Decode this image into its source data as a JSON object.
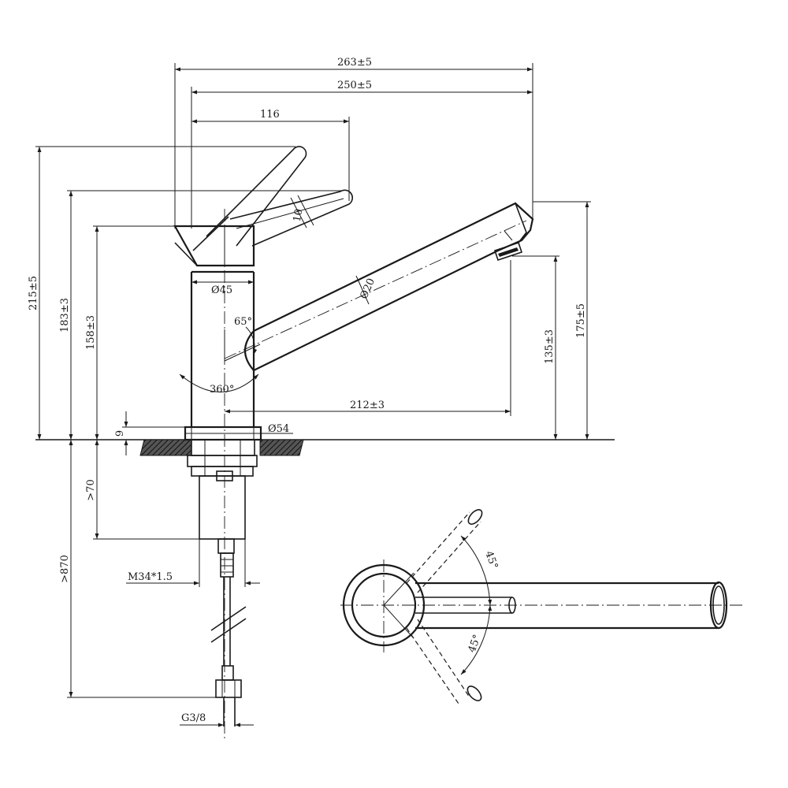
{
  "dimensions": {
    "overall_width": "263±5",
    "spout_width": "250±5",
    "lever_offset": "116",
    "total_height": "215±5",
    "lever_height": "183±3",
    "body_height": "158±3",
    "spout_outlet_height": "175±5",
    "aerator_height": "135±3",
    "spout_reach": "212±3",
    "lever_dia": "10",
    "body_dia": "Ø45",
    "spout_dia": "Ø20",
    "base_dia": "Ø54",
    "spout_angle": "65°",
    "swivel": "360°",
    "base_height": "9",
    "shank_length": ">70",
    "hose_length": ">870",
    "thread": "M34*1.5",
    "connector": "G3/8",
    "lever_angle_top": "45°",
    "lever_angle_bottom": "45°"
  },
  "colors": {
    "line": "#1a1a1a",
    "background": "#ffffff",
    "hatch": "#444444"
  }
}
